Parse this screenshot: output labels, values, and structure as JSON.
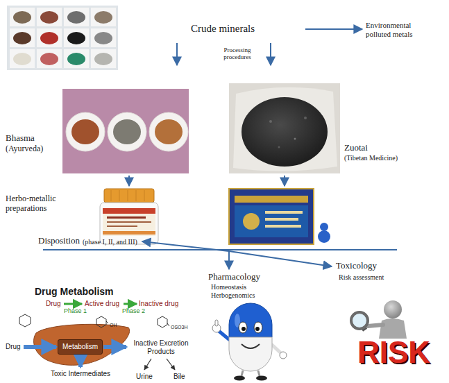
{
  "diagram": {
    "nodes": [
      {
        "text": [
          "Metabolism"
        ]
      }
    ],
    "labels": [
      "Crude minerals",
      "Environmental polluted metals",
      "Processing procedures",
      "Bhasma",
      "(Ayurveda)",
      "Zuotai",
      "(Tibetan Medicine)",
      "Herbo-metallic preparations",
      "Disposition",
      "(phase I, II, and III)",
      "Pharmacology",
      "Homeostasis",
      "Herbogenomics",
      "Toxicology",
      "Risk assessment",
      "Drug Metabolism",
      "Drug",
      "Active drug",
      "Inactive drug",
      "Phase 1",
      "Phase 2",
      "OH",
      "OSO3H",
      "Drug",
      "Inactive Excretion Products",
      "Toxic Intermediates",
      "Urine",
      "Bile",
      "RISK"
    ]
  }
}
